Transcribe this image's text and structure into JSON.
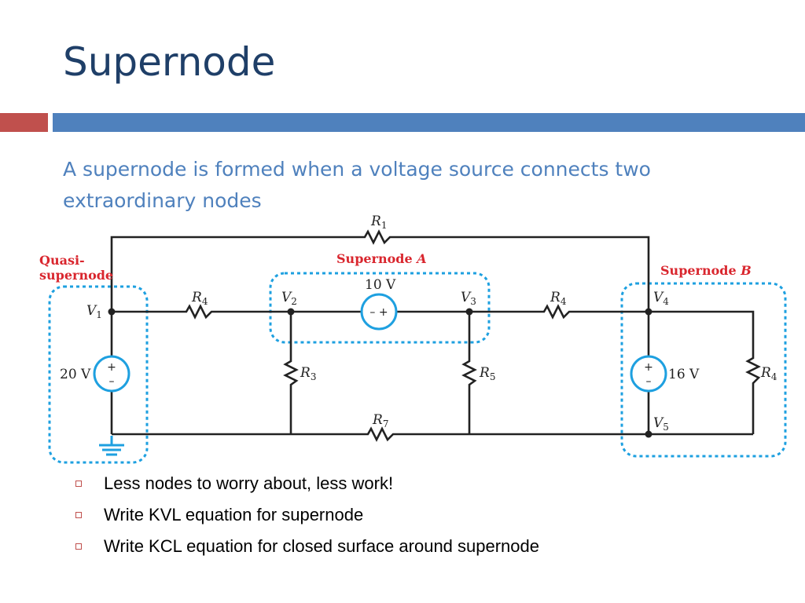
{
  "slide": {
    "title": "Supernode",
    "subtitle": "A supernode is formed when a voltage source connects two extraordinary nodes",
    "accent_red": "#c0504d",
    "accent_blue": "#4f81bd",
    "title_color": "#1f3f68"
  },
  "circuit": {
    "label_quasi_line1": "Quasi-",
    "label_quasi_line2": "supernode",
    "label_supernode_a": "Supernode ",
    "label_supernode_a_letter": "A",
    "label_supernode_b": "Supernode ",
    "label_supernode_b_letter": "B",
    "node_v1": {
      "sym": "V",
      "sub": "1"
    },
    "node_v2": {
      "sym": "V",
      "sub": "2"
    },
    "node_v3": {
      "sym": "V",
      "sub": "3"
    },
    "node_v4": {
      "sym": "V",
      "sub": "4"
    },
    "node_v5": {
      "sym": "V",
      "sub": "5"
    },
    "res_r1": {
      "sym": "R",
      "sub": "1"
    },
    "res_r4_left": {
      "sym": "R",
      "sub": "4"
    },
    "res_r4_mid": {
      "sym": "R",
      "sub": "4"
    },
    "res_r4_right": {
      "sym": "R",
      "sub": "4"
    },
    "res_r3": {
      "sym": "R",
      "sub": "3"
    },
    "res_r5": {
      "sym": "R",
      "sub": "5"
    },
    "res_r7": {
      "sym": "R",
      "sub": "7"
    },
    "source_20v": "20 V",
    "source_10v": "10 V",
    "source_16v": "16 V",
    "sign_plus": "+",
    "sign_minus": "–",
    "sign_minus_plus": "– +",
    "wire_color": "#222222",
    "source_color": "#1ea0e0",
    "label_red": "#d9262e"
  },
  "bullets": [
    "Less nodes to worry about, less work!",
    "Write KVL equation for supernode",
    "Write KCL equation for closed surface around supernode"
  ]
}
